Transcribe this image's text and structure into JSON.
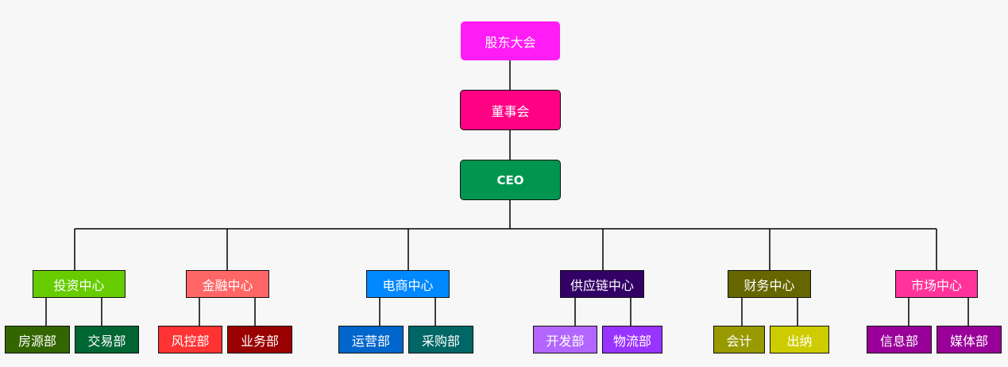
{
  "org": {
    "top": [
      {
        "id": "shareholders",
        "label": "股东大会",
        "color": "#ff1cf5"
      },
      {
        "id": "board",
        "label": "董事会",
        "color": "#ff0183"
      },
      {
        "id": "ceo",
        "label": "CEO",
        "color": "#00964f"
      }
    ],
    "centers": [
      {
        "id": "investment",
        "label": "投资中心",
        "color": "#66cc00",
        "departments": [
          {
            "label": "房源部",
            "color": "#336600"
          },
          {
            "label": "交易部",
            "color": "#006633"
          }
        ]
      },
      {
        "id": "finance",
        "label": "金融中心",
        "color": "#ff6666",
        "departments": [
          {
            "label": "风控部",
            "color": "#ff3333"
          },
          {
            "label": "业务部",
            "color": "#990000"
          }
        ]
      },
      {
        "id": "ecommerce",
        "label": "电商中心",
        "color": "#0088ff",
        "departments": [
          {
            "label": "运营部",
            "color": "#0066cc"
          },
          {
            "label": "采购部",
            "color": "#006666"
          }
        ]
      },
      {
        "id": "supply-chain",
        "label": "供应链中心",
        "color": "#330066",
        "departments": [
          {
            "label": "开发部",
            "color": "#b266ff"
          },
          {
            "label": "物流部",
            "color": "#9933ff"
          }
        ]
      },
      {
        "id": "finance-affairs",
        "label": "财务中心",
        "color": "#666600",
        "departments": [
          {
            "label": "会计",
            "color": "#999900"
          },
          {
            "label": "出纳",
            "color": "#cccc00"
          }
        ]
      },
      {
        "id": "marketing",
        "label": "市场中心",
        "color": "#ff3399",
        "departments": [
          {
            "label": "信息部",
            "color": "#990099"
          },
          {
            "label": "媒体部",
            "color": "#990099"
          }
        ]
      }
    ]
  },
  "colors": {
    "background": "#f7f7f7",
    "connector": "#000000",
    "border": "#111111",
    "text": "#ffffff"
  }
}
